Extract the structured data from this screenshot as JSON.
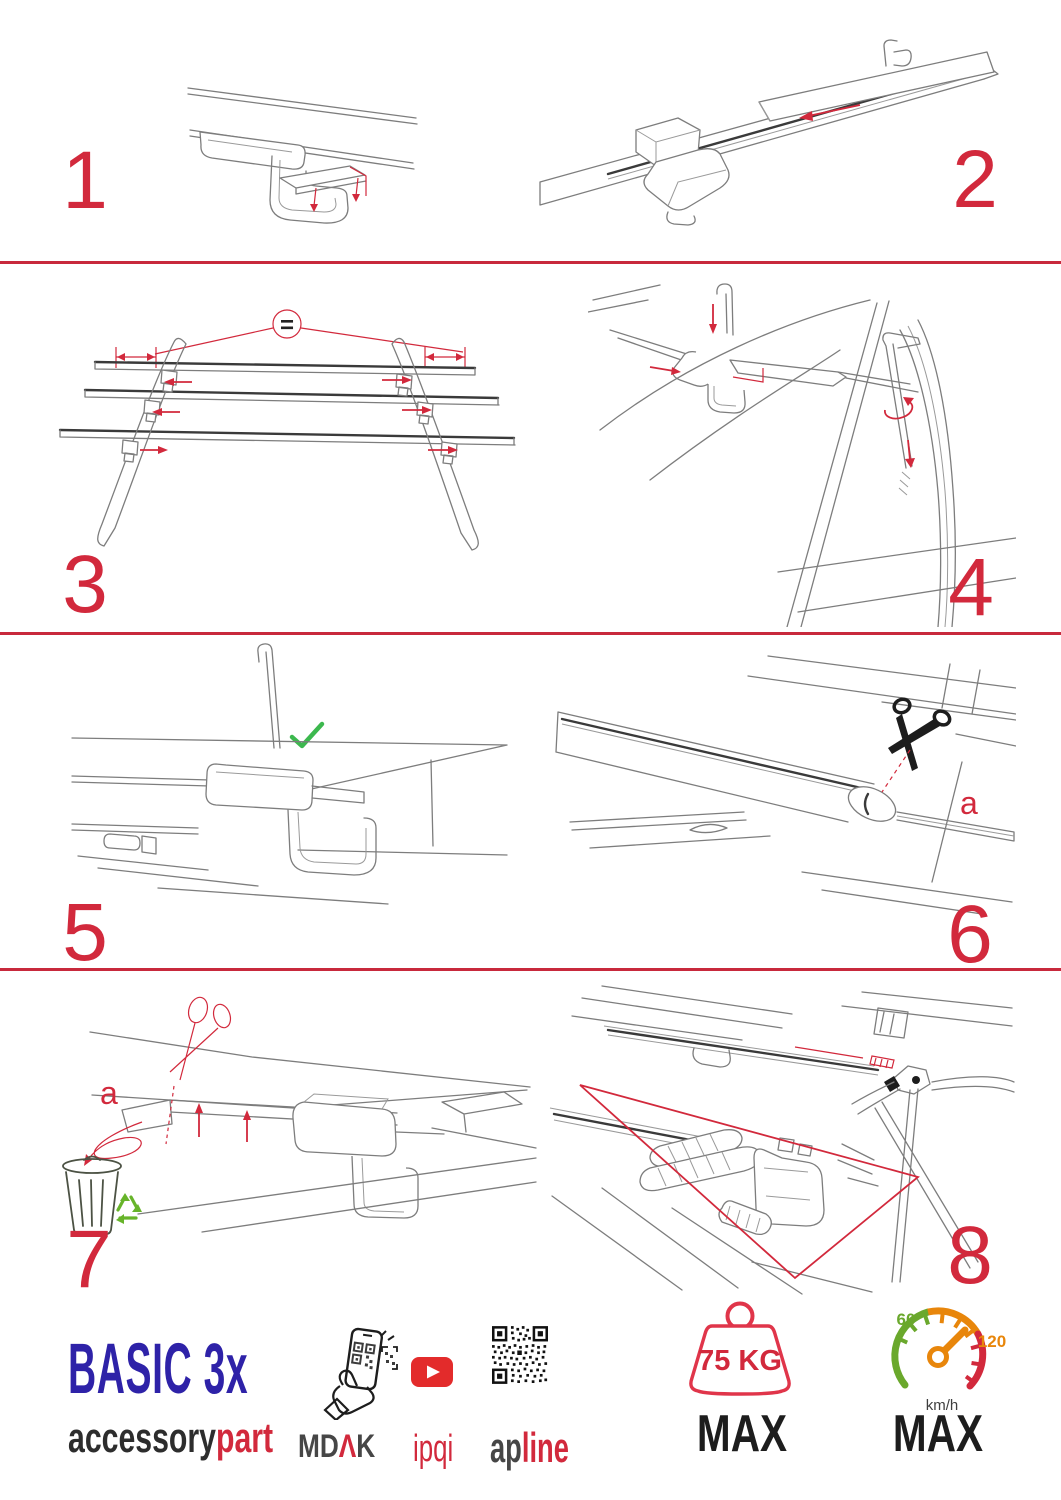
{
  "colors": {
    "accent_red": "#d2293c",
    "brand_blue": "#2e22a8",
    "check_green": "#3cb84e",
    "recycle_green": "#67b42a",
    "speed_green": "#6aa82c",
    "speed_orange": "#e8860b",
    "youtube_red": "#e32b2b",
    "line_gray": "#7d7d7d"
  },
  "steps": [
    {
      "number": "1"
    },
    {
      "number": "2"
    },
    {
      "number": "3"
    },
    {
      "number": "4"
    },
    {
      "number": "5"
    },
    {
      "number": "6"
    },
    {
      "number": "7"
    },
    {
      "number": "8"
    }
  ],
  "step3": {
    "equal_sign": "="
  },
  "step6": {
    "part_label": "a"
  },
  "step7": {
    "part_label": "a"
  },
  "footer": {
    "product_name": "BASIC 3x",
    "brand_black": "accessory",
    "brand_red": "part",
    "partner1_left": "MD",
    "partner1_mid": "Λ",
    "partner1_right": "K",
    "partner2": "ipqi",
    "partner3_black": "ap",
    "partner3_red": "line",
    "weight_limit": "75 KG",
    "weight_max": "MAX",
    "speed_low": "60",
    "speed_high": "120",
    "speed_unit": "km/h",
    "speed_max": "MAX"
  }
}
